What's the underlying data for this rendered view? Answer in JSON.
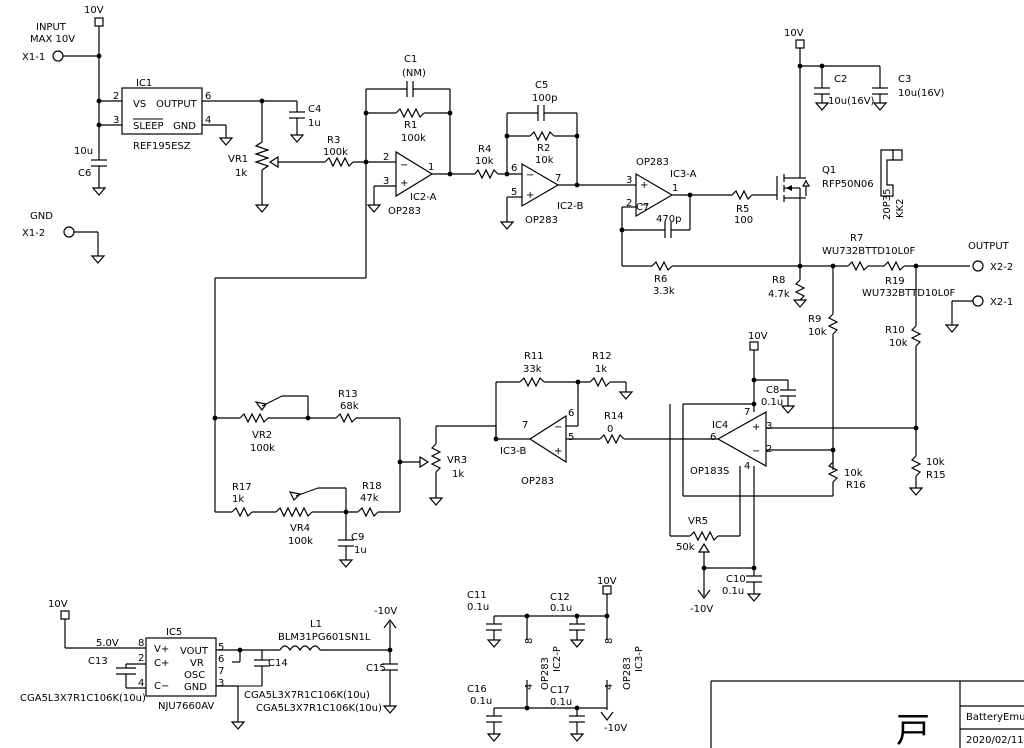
{
  "supply": {
    "v10": "10V",
    "neg10": "-10V",
    "input_label1": "INPUT",
    "input_label2": "MAX 10V",
    "gnd_label": "GND",
    "output_label": "OUTPUT",
    "five_v": "5.0V"
  },
  "connectors": {
    "x1_1": "X1-1",
    "x1_2": "X1-2",
    "x2_2": "X2-2",
    "x2_1": "X2-1",
    "kk2_a": "20P35",
    "kk2_b": "KK2"
  },
  "ic1": {
    "name": "IC1",
    "part": "REF195ESZ",
    "pin_vs": "VS",
    "pin_output": "OUTPUT",
    "pin_sleep": "SLEEP",
    "pin_gnd": "GND",
    "p2": "2",
    "p3": "3",
    "p6": "6",
    "p4": "4"
  },
  "ic2a": {
    "name": "IC2-A",
    "part": "OP283",
    "p2": "2",
    "p3": "3",
    "p1": "1"
  },
  "ic2b": {
    "name": "IC2-B",
    "part": "OP283",
    "p6": "6",
    "p5": "5",
    "p7": "7"
  },
  "ic3a": {
    "name": "IC3-A",
    "part": "OP283",
    "p3": "3",
    "p2": "2",
    "p1": "1"
  },
  "ic3b": {
    "name": "IC3-B",
    "part": "OP283",
    "p7": "7",
    "p6": "6",
    "p5": "5"
  },
  "ic4": {
    "name": "IC4",
    "part": "OP183S",
    "p7": "7",
    "p3": "3",
    "p2": "2",
    "p6": "6",
    "p4": "4"
  },
  "ic5": {
    "name": "IC5",
    "part": "NJU7660AV",
    "pin_vplus": "V+",
    "pin_cplus": "C+",
    "pin_cminus": "C−",
    "pin_vout": "VOUT",
    "pin_vr": "VR",
    "pin_osc": "OSC",
    "pin_gnd": "GND",
    "p8": "8",
    "p2": "2",
    "p4": "4",
    "p5": "5",
    "p6": "6",
    "p7": "7",
    "p3": "3"
  },
  "ic2p": {
    "name": "IC2-P",
    "part": "OP283",
    "p8": "8",
    "p4": "4"
  },
  "ic3p": {
    "name": "IC3-P",
    "part": "OP283",
    "p8": "8",
    "p4": "4"
  },
  "transistor": {
    "name": "Q1",
    "part": "RFP50N06"
  },
  "inductor": {
    "name": "L1",
    "part": "BLM31PG601SN1L"
  },
  "resistors": {
    "r1": {
      "name": "R1",
      "value": "100k"
    },
    "r2": {
      "name": "R2",
      "value": "10k"
    },
    "r3": {
      "name": "R3",
      "value": "100k"
    },
    "r4": {
      "name": "R4",
      "value": "10k"
    },
    "r5": {
      "name": "R5",
      "value": "100"
    },
    "r6": {
      "name": "R6",
      "value": "3.3k"
    },
    "r7": {
      "name": "R7",
      "value": "WU732BTTD10L0F"
    },
    "r8": {
      "name": "R8",
      "value": "4.7k"
    },
    "r9": {
      "name": "R9",
      "value": "10k"
    },
    "r10": {
      "name": "R10",
      "value": "10k"
    },
    "r11": {
      "name": "R11",
      "value": "33k"
    },
    "r12": {
      "name": "R12",
      "value": "1k"
    },
    "r13": {
      "name": "R13",
      "value": "68k"
    },
    "r14": {
      "name": "R14",
      "value": "0"
    },
    "r15": {
      "name": "R15",
      "value": "10k"
    },
    "r16": {
      "name": "R16",
      "value": "10k"
    },
    "r17": {
      "name": "R17",
      "value": "1k"
    },
    "r18": {
      "name": "R18",
      "value": "47k"
    },
    "r19": {
      "name": "R19",
      "value": "WU732BTTD10L0F"
    }
  },
  "pots": {
    "vr1": {
      "name": "VR1",
      "value": "1k"
    },
    "vr2": {
      "name": "VR2",
      "value": "100k"
    },
    "vr3": {
      "name": "VR3",
      "value": "1k"
    },
    "vr4": {
      "name": "VR4",
      "value": "100k"
    },
    "vr5": {
      "name": "VR5",
      "value": "50k"
    }
  },
  "capacitors": {
    "c1": {
      "name": "C1",
      "value": "(NM)"
    },
    "c2": {
      "name": "C2",
      "value": "10u(16V)"
    },
    "c3": {
      "name": "C3",
      "value": "10u(16V)"
    },
    "c4": {
      "name": "C4",
      "value": "1u"
    },
    "c5": {
      "name": "C5",
      "value": "100p"
    },
    "c6": {
      "name": "C6",
      "value": "10u"
    },
    "c7": {
      "name": "C7",
      "value": "470p"
    },
    "c8": {
      "name": "C8",
      "value": "0.1u"
    },
    "c9": {
      "name": "C9",
      "value": "1u"
    },
    "c10": {
      "name": "C10",
      "value": "0.1u"
    },
    "c11": {
      "name": "C11",
      "value": "0.1u"
    },
    "c12": {
      "name": "C12",
      "value": "0.1u"
    },
    "c13": {
      "name": "C13",
      "value": "CGA5L3X7R1C106K(10u)"
    },
    "c14": {
      "name": "C14",
      "value": "CGA5L3X7R1C106K(10u)"
    },
    "c15": {
      "name": "C15"
    },
    "c16": {
      "name": "C16",
      "value": "0.1u"
    },
    "c17": {
      "name": "C17",
      "value": "0.1u"
    }
  },
  "title_block": {
    "logo_char": "戸",
    "project": "BatteryEmu",
    "date": "2020/02/11"
  }
}
